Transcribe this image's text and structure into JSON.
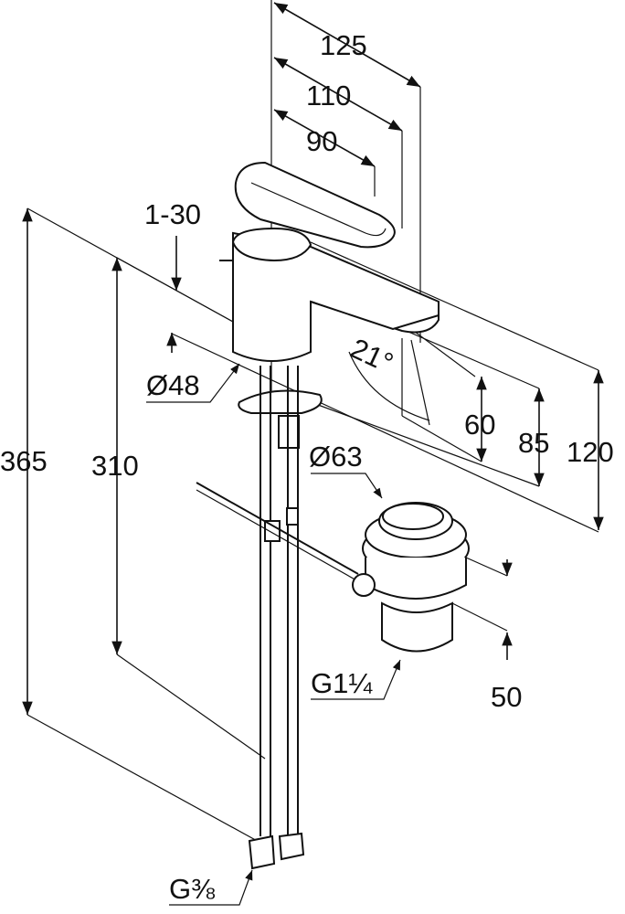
{
  "dimensions": {
    "width_125": "125",
    "width_110": "110",
    "width_90": "90",
    "flow": "1-30",
    "body_diameter": "Ø48",
    "drain_diameter": "Ø63",
    "total_height": "365",
    "hose_height": "310",
    "spout_angle": "21°",
    "spout_60": "60",
    "spout_85": "85",
    "spout_120": "120",
    "drain_50": "50",
    "drain_thread": "G1¼",
    "hose_thread": "G⅜"
  }
}
